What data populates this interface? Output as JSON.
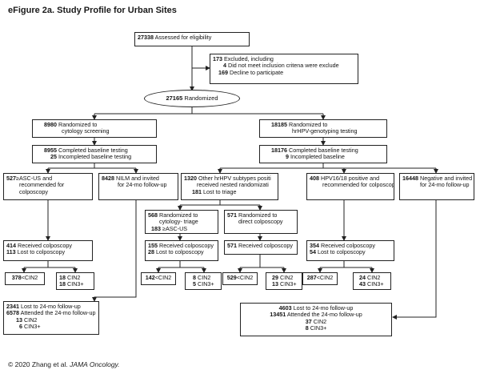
{
  "title": "eFigure 2a. Study Profile for Urban Sites",
  "footer": {
    "prefix": "© 2020 Zhang et al.",
    "journal": "JAMA Oncology."
  },
  "assessed": {
    "n": "27338",
    "text": "Assessed for eligibility"
  },
  "excluded": {
    "line1_n": "173",
    "line1_text": "Excluded, including",
    "line2_n": "4",
    "line2_text": "Did not meet inclusion critena were exclude",
    "line3_n": "169",
    "line3_text": "Decline to participate"
  },
  "randomized": {
    "n": "27165",
    "text": "Randomized"
  },
  "cytology_arm": {
    "n": "8980",
    "line1": "Randomized to",
    "line2": "cytology screening"
  },
  "hpv_arm": {
    "n": "18185",
    "line1": "Randomized to",
    "line2": "hrHPV-genotyping testing"
  },
  "cyto_baseline": {
    "n1": "8955",
    "t1": "Completed baseline testing",
    "n2": "25",
    "t2": "Incompleted baseline testing"
  },
  "hpv_baseline": {
    "n1": "18176",
    "t1": "Completed baseline testing",
    "n2": "9",
    "t2": "Incompleted baseline"
  },
  "ascus": {
    "n": "527",
    "line1": "≥ASC-US and",
    "line2": "recommended for",
    "line3": "colposcopy"
  },
  "nilm": {
    "n": "8428",
    "line1": "NILM and invited",
    "line2": "for 24-mo follow-up"
  },
  "other_hpv": {
    "n": "1320",
    "line1": "Other hrHPV subtypes positi",
    "line2": "received nested randomizati",
    "n2": "181",
    "line3": "Lost to triage"
  },
  "hpv1618": {
    "n": "408",
    "line1": "HPV16/18 positive and",
    "line2": "recommended for colposcopy"
  },
  "negative": {
    "n": "16448",
    "line1": "Negative and invited",
    "line2": "for 24-mo follow-up"
  },
  "triage": {
    "n": "568",
    "line1": "Randomized to",
    "line2": "cytology- triage",
    "n2": "183",
    "line3": "≥ASC-US"
  },
  "direct": {
    "n": "571",
    "line1": "Randomized to",
    "line2": "direct colposcopy"
  },
  "colpo_a": {
    "n1": "414",
    "t1": "Received colposcopy",
    "n2": "113",
    "t2": "Lost to colposcopy"
  },
  "colpo_b": {
    "n1": "155",
    "t1": "Received colposcopy",
    "n2": "28",
    "t2": "Lost to colposcopy"
  },
  "colpo_c": {
    "n1": "571",
    "t1": "Received colposcopy"
  },
  "colpo_d": {
    "n1": "354",
    "t1": "Received colposcopy",
    "n2": "54",
    "t2": "Lost to colposcopy"
  },
  "res_a1": {
    "n": "378",
    "t": "<CIN2"
  },
  "res_a2": {
    "n1": "18",
    "t1": "CIN2",
    "n2": "18",
    "t2": "CIN3+"
  },
  "res_b1": {
    "n": "142",
    "t": "<CIN2"
  },
  "res_b2": {
    "n1": "8",
    "t1": "CIN2",
    "n2": "5",
    "t2": "CIN3+"
  },
  "res_c1": {
    "n": "529",
    "t": "<CIN2"
  },
  "res_c2": {
    "n1": "29",
    "t1": "CIN2",
    "n2": "13",
    "t2": "CIN3+"
  },
  "res_d1": {
    "n": "287",
    "t": "<CIN2"
  },
  "res_d2": {
    "n1": "24",
    "t1": "CIN2",
    "n2": "43",
    "t2": "CIN3+"
  },
  "followup_cyto": {
    "n1": "2341",
    "t1": "Lost to 24-mo follow-up",
    "n2": "6578",
    "t2": "Attended the 24-mo follow-up",
    "n3": "13",
    "t3": "CIN2",
    "n4": "6",
    "t4": "CIN3+"
  },
  "followup_hpv": {
    "n1": "4603",
    "t1": "Lost to 24-mo follow-up",
    "n2": "13451",
    "t2": "Attended the 24-mo follow-up",
    "n3": "37",
    "t3": "CIN2",
    "n4": "8",
    "t4": "CIN3+"
  }
}
